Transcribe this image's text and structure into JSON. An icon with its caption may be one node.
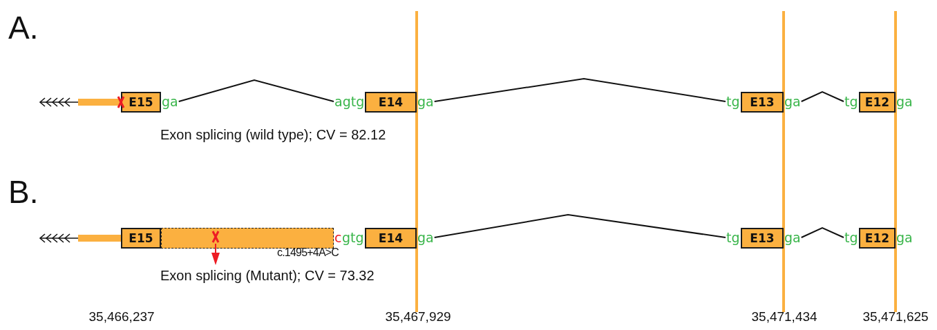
{
  "diagram": {
    "nodes": [
      {
        "text": [
          "E15"
        ],
        "beside": [
          "ga"
        ]
      },
      {
        "text": [
          "E14"
        ],
        "beside": [
          "agtg",
          "ga"
        ]
      },
      {
        "text": [
          "E13"
        ],
        "beside": [
          "tg",
          "ga"
        ]
      },
      {
        "text": [
          "E12"
        ],
        "beside": [
          "tg",
          "ga"
        ]
      },
      {
        "text": [
          "E15"
        ]
      },
      {
        "text": [],
        "shape": "box",
        "beside": [
          "c"
        ]
      },
      {
        "text": [
          "E14"
        ],
        "beside": [
          "gtg",
          "ga"
        ]
      },
      {
        "text": [
          "E13"
        ],
        "beside": [
          "tg",
          "ga"
        ]
      },
      {
        "text": [
          "E12"
        ],
        "beside": [
          "tg",
          "ga"
        ]
      }
    ],
    "edges": [
      {
        "from": 0,
        "to": 1,
        "arrow": "none"
      },
      {
        "from": 1,
        "to": 2,
        "arrow": "none"
      },
      {
        "from": 2,
        "to": 3,
        "arrow": "none"
      },
      {
        "from": 6,
        "to": 7,
        "arrow": "none"
      },
      {
        "from": 7,
        "to": 8,
        "arrow": "none"
      }
    ],
    "labels": [
      "A.",
      "Exon splicing (wild type); CV = 82.12",
      "B.",
      "c.1495+4A>C",
      "Exon splicing (Mutant); CV = 73.32",
      "35,466,237",
      "35,467,929",
      "35,471,434",
      "35,471,625"
    ]
  }
}
